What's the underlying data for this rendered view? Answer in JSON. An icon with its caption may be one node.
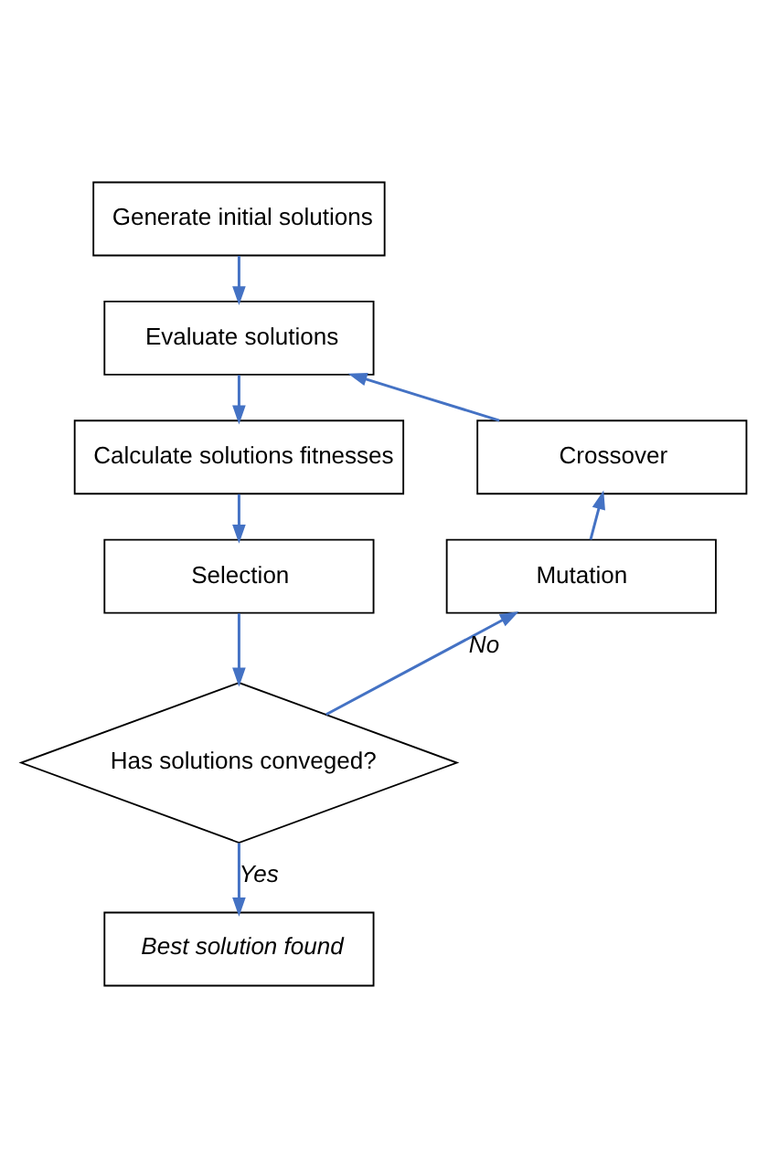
{
  "diagram": {
    "nodes": [
      {
        "text": [
          "Generate initial solutions"
        ]
      },
      {
        "text": [
          "Evaluate solutions"
        ]
      },
      {
        "text": [
          "Calculate solutions fitnesses"
        ]
      },
      {
        "text": [
          "Selection"
        ]
      },
      {
        "text": [
          "Has solutions conveged?"
        ]
      },
      {
        "text": [
          "Best solution found"
        ]
      },
      {
        "text": [
          "Mutation"
        ]
      },
      {
        "text": [
          "Crossover"
        ]
      }
    ],
    "edges": [
      {
        "from": 0,
        "to": 1,
        "arrow": "to"
      },
      {
        "from": 1,
        "to": 2,
        "arrow": "to"
      },
      {
        "from": 2,
        "to": 3,
        "arrow": "to"
      },
      {
        "from": 3,
        "to": 4,
        "arrow": "to"
      },
      {
        "from": 4,
        "to": 5,
        "arrow": "to",
        "label": "Yes"
      },
      {
        "from": 4,
        "to": 6,
        "arrow": "to",
        "label": "No"
      },
      {
        "from": 6,
        "to": 7,
        "arrow": "to"
      },
      {
        "from": 7,
        "to": 1,
        "arrow": "to"
      }
    ]
  }
}
